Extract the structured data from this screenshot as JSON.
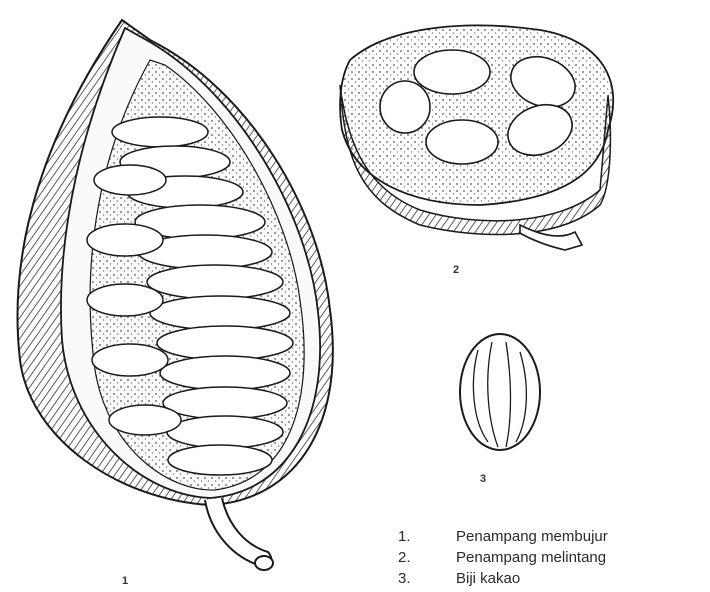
{
  "figure": {
    "labels": {
      "pod": "1",
      "cross_section": "2",
      "bean": "3"
    }
  },
  "legend": {
    "items": [
      {
        "num": "1.",
        "text": "Penampang membujur"
      },
      {
        "num": "2.",
        "text": "Penampang melintang"
      },
      {
        "num": "3.",
        "text": "Biji kakao"
      }
    ]
  }
}
